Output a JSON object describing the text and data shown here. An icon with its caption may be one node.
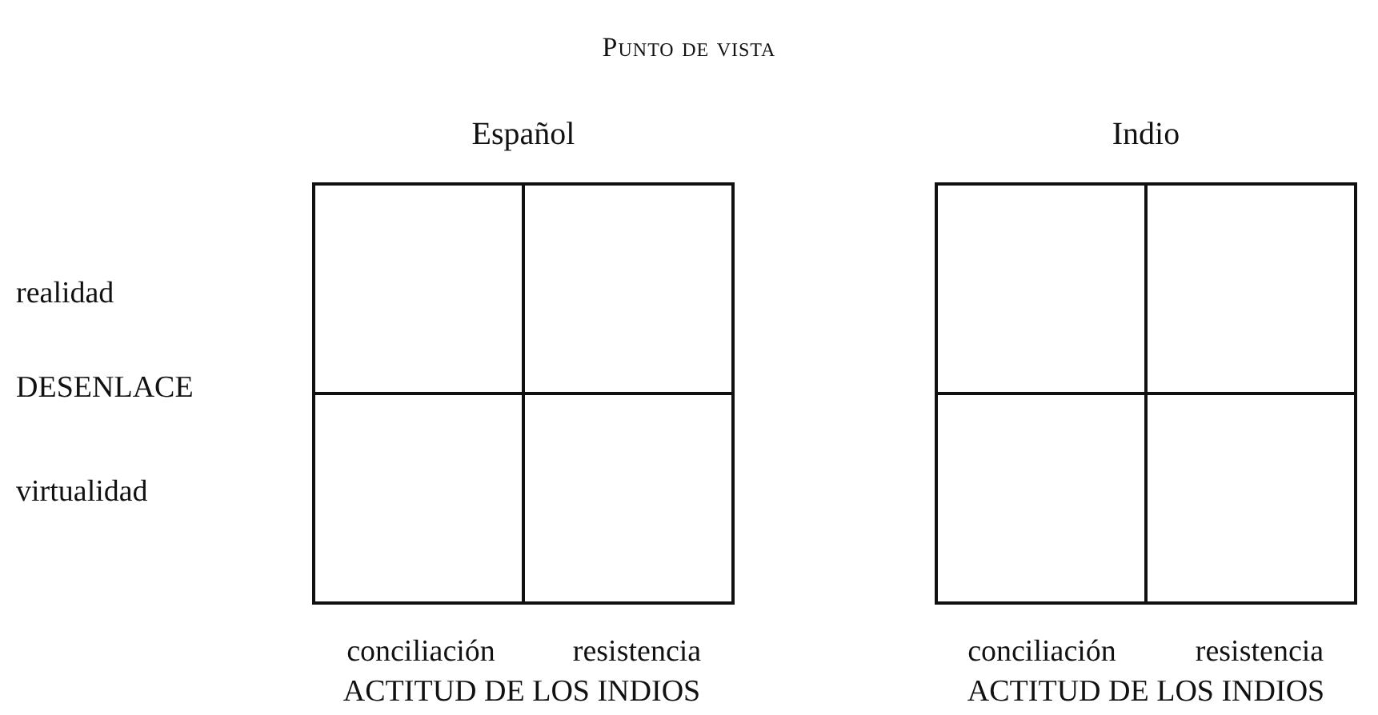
{
  "diagram": {
    "title": "Punto de vista",
    "nodes": [
      {
        "text": [
          "Español"
        ]
      },
      {
        "text": [],
        "shape": "box",
        "in": 0
      },
      {
        "text": [],
        "shape": "box",
        "in": 0
      },
      {
        "text": [],
        "shape": "box",
        "in": 0
      },
      {
        "text": [],
        "shape": "box",
        "in": 0
      },
      {
        "text": [
          "Indio"
        ]
      },
      {
        "text": [],
        "shape": "box",
        "in": 5
      },
      {
        "text": [],
        "shape": "box",
        "in": 5
      },
      {
        "text": [],
        "shape": "box",
        "in": 5
      },
      {
        "text": [],
        "shape": "box",
        "in": 5
      }
    ],
    "edges": [],
    "labels": [
      "realidad",
      "DESENLACE",
      "virtualidad",
      "conciliación",
      "resistencia",
      "ACTITUD DE LOS INDIOS",
      "conciliación",
      "resistencia",
      "ACTITUD DE LOS INDIOS"
    ]
  }
}
